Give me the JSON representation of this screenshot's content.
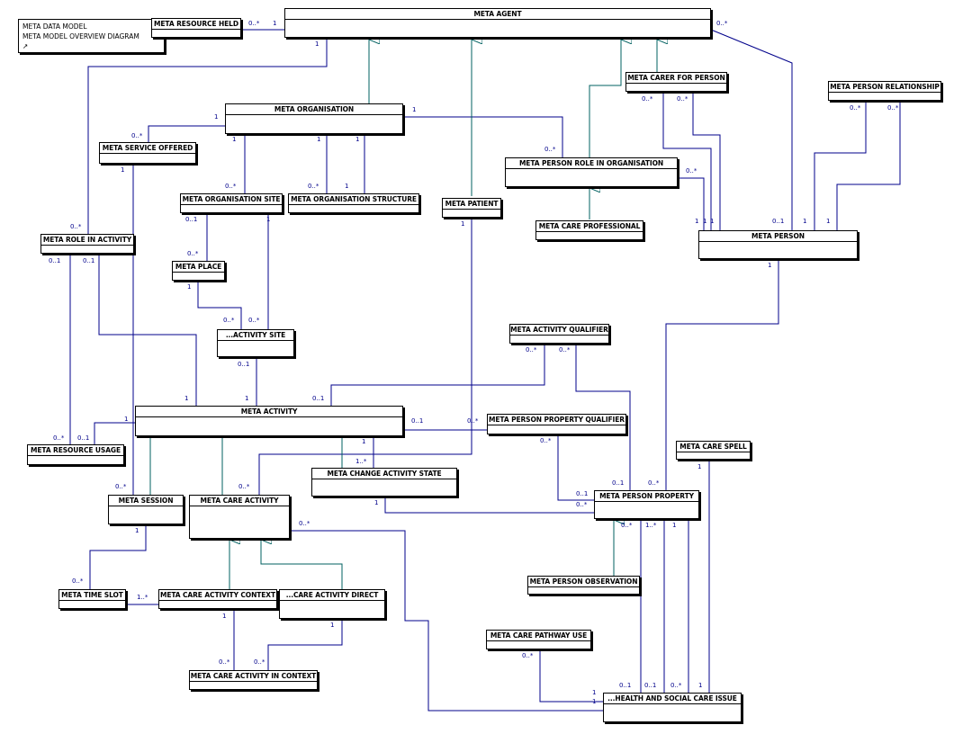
{
  "note": {
    "lines": [
      "META DATA MODEL",
      "META MODEL OVERVIEW DIAGRAM",
      "↗"
    ]
  },
  "classes": {
    "resource_held": "META RESOURCE HELD",
    "agent": "META AGENT",
    "carer_for_person": "META CARER FOR PERSON",
    "person_relationship": "META PERSON RELATIONSHIP",
    "organisation": "META ORGANISATION",
    "service_offered": "META SERVICE OFFERED",
    "person_role_in_org": "META PERSON ROLE IN ORGANISATION",
    "organisation_site": "META ORGANISATION SITE",
    "organisation_structure": "META ORGANISATION STRUCTURE",
    "patient": "META PATIENT",
    "care_professional": "META CARE PROFESSIONAL",
    "person": "META PERSON",
    "role_in_activity": "META ROLE IN ACTIVITY",
    "place": "META PLACE",
    "activity_site": "...ACTIVITY SITE",
    "activity_qualifier": "META ACTIVITY QUALIFIER",
    "activity": "META ACTIVITY",
    "person_property_qualifier": "META PERSON PROPERTY QUALIFIER",
    "resource_usage": "META RESOURCE USAGE",
    "care_spell": "META CARE SPELL",
    "change_activity_state": "META CHANGE ACTIVITY STATE",
    "session": "META SESSION",
    "care_activity": "META CARE ACTIVITY",
    "person_property": "META PERSON PROPERTY",
    "person_observation": "META PERSON OBSERVATION",
    "time_slot": "META TIME SLOT",
    "care_activity_context": "META CARE ACTIVITY CONTEXT",
    "care_activity_direct": "...CARE ACTIVITY DIRECT",
    "care_pathway_use": "META CARE PATHWAY USE",
    "care_activity_in_context": "META CARE ACTIVITY IN CONTEXT",
    "health_social_care_issue": "...HEALTH AND SOCIAL CARE ISSUE"
  },
  "multiplicities": {
    "m01": "0..*",
    "m02": "1",
    "m03": "0..*",
    "m04": "1",
    "m05": "0..*",
    "m06": "0..*",
    "m07": "0..*",
    "m08": "0..*",
    "m09": "0..*",
    "m10": "1",
    "m11": "1",
    "m12": "1",
    "m13": "1",
    "m14": "1",
    "m15": "0..*",
    "m16": "1",
    "m17": "0..*",
    "m18": "0..*",
    "m19": "0..*",
    "m20": "1",
    "m21": "0..1",
    "m22": "1",
    "m23": "1",
    "m24": "1",
    "m25": "0..*",
    "m26": "0..1",
    "m27": "0..*",
    "m28": "1",
    "m29": "0..1",
    "m30": "0..1",
    "m31": "1",
    "m32": "0..*",
    "m33": "0..*",
    "m34": "1",
    "m35": "0..1",
    "m36": "0..*",
    "m37": "0..*",
    "m38": "0..1",
    "m39": "0..*",
    "m40": "0..1",
    "m41": "1",
    "m42": "1",
    "m43": "0..*",
    "m44": "1",
    "m45": "0..*",
    "m46": "1",
    "m47": "1..*",
    "m48": "0..*",
    "m49": "0..1",
    "m50": "0..*",
    "m51": "0..*",
    "m52": "0..*",
    "m53": "1",
    "m54": "0..*",
    "m55": "1..*",
    "m56": "1",
    "m57": "0..1",
    "m58": "0..*",
    "m59": "1..*",
    "m60": "1",
    "m61": "1",
    "m62": "1",
    "m63": "0..*",
    "m64": "0..*",
    "m65": "0..1",
    "m66": "0..1",
    "m67": "0..*",
    "m68": "1",
    "m69": "1",
    "m70": "1",
    "m71": "0..*"
  },
  "colors": {
    "association": "#00008b",
    "generalization": "#006060",
    "box_border": "#000000"
  }
}
